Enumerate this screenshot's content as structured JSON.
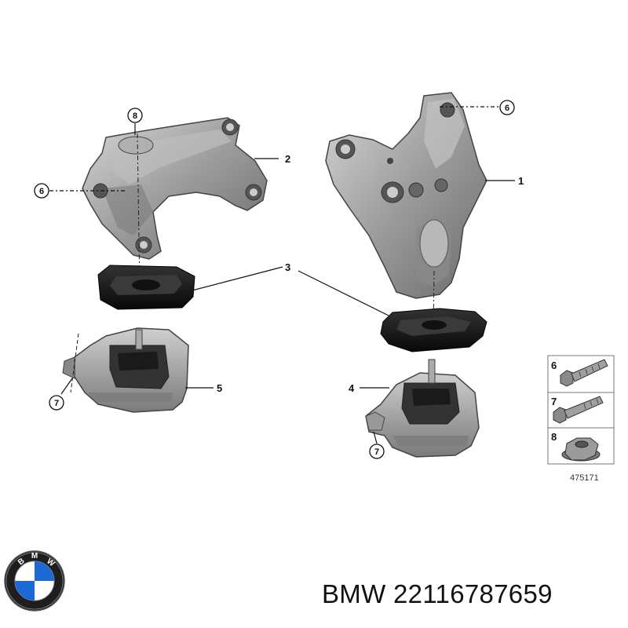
{
  "diagram": {
    "diagram_id": "475171",
    "callouts": {
      "c1": "1",
      "c2": "2",
      "c3": "3",
      "c4": "4",
      "c5": "5",
      "c6": "6",
      "c7": "7",
      "c8": "8"
    },
    "legend": [
      {
        "number": "6",
        "part": "bolt-icon"
      },
      {
        "number": "7",
        "part": "bolt-icon"
      },
      {
        "number": "8",
        "part": "nut-icon"
      }
    ]
  },
  "footer": {
    "brand": "BMW",
    "part_number": "22116787659",
    "logo_text": [
      "B",
      "M",
      "W"
    ]
  },
  "colors": {
    "metal": "#9a9a9a",
    "metal_light": "#c8c8c8",
    "metal_dark": "#5a5a5a",
    "rubber": "#151515",
    "bmw_blue": "#1c69d4"
  }
}
